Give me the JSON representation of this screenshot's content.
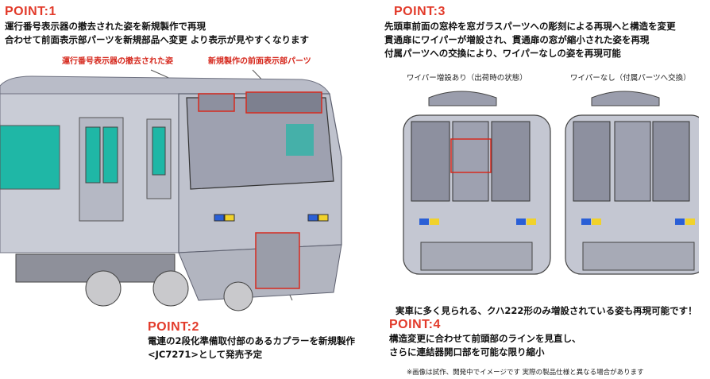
{
  "point1": {
    "heading": "POINT:1",
    "lines": [
      "運行番号表示器の撤去された姿を新規製作で再現",
      "合わせて前面表示部パーツを新規部品へ変更 より表示が見やすくなります"
    ]
  },
  "point2": {
    "heading": "POINT:2",
    "lines": [
      "電連の2段化準備取付部のあるカプラーを新規製作",
      "<JC7271>として発売予定"
    ]
  },
  "point3": {
    "heading": "POINT:3",
    "lines": [
      "先頭車前面の窓枠を窓ガラスパーツへの彫刻による再現へと構造を変更",
      "貫通扉にワイパーが増設され、貫通扉の窓が縮小された姿を再現",
      "付属パーツへの交換により、ワイパーなしの姿を再現可能"
    ]
  },
  "point4": {
    "heading": "POINT:4",
    "lines": [
      "構造変更に合わせて前頭部のラインを見直し、",
      "さらに連結器開口部を可能な限り縮小"
    ]
  },
  "labels": {
    "removed_indicator": "運行番号表示器の撤去された姿",
    "new_display_parts": "新規製作の前面表示部パーツ",
    "with_wiper": "ワイパー増設あり（出荷時の状態）",
    "without_wiper": "ワイパーなし（付属パーツへ交換）"
  },
  "highlight_text": "実車に多く見られる、クハ222形のみ増設されている姿も再現可能です！",
  "disclaimer": "※画像は試作、開発中でイメージです 実際の製品仕様と異なる場合があります",
  "colors": {
    "accent_red": "#e23a2a",
    "body_silver": "#c9ccd6",
    "window_teal": "#1fb7a6"
  }
}
